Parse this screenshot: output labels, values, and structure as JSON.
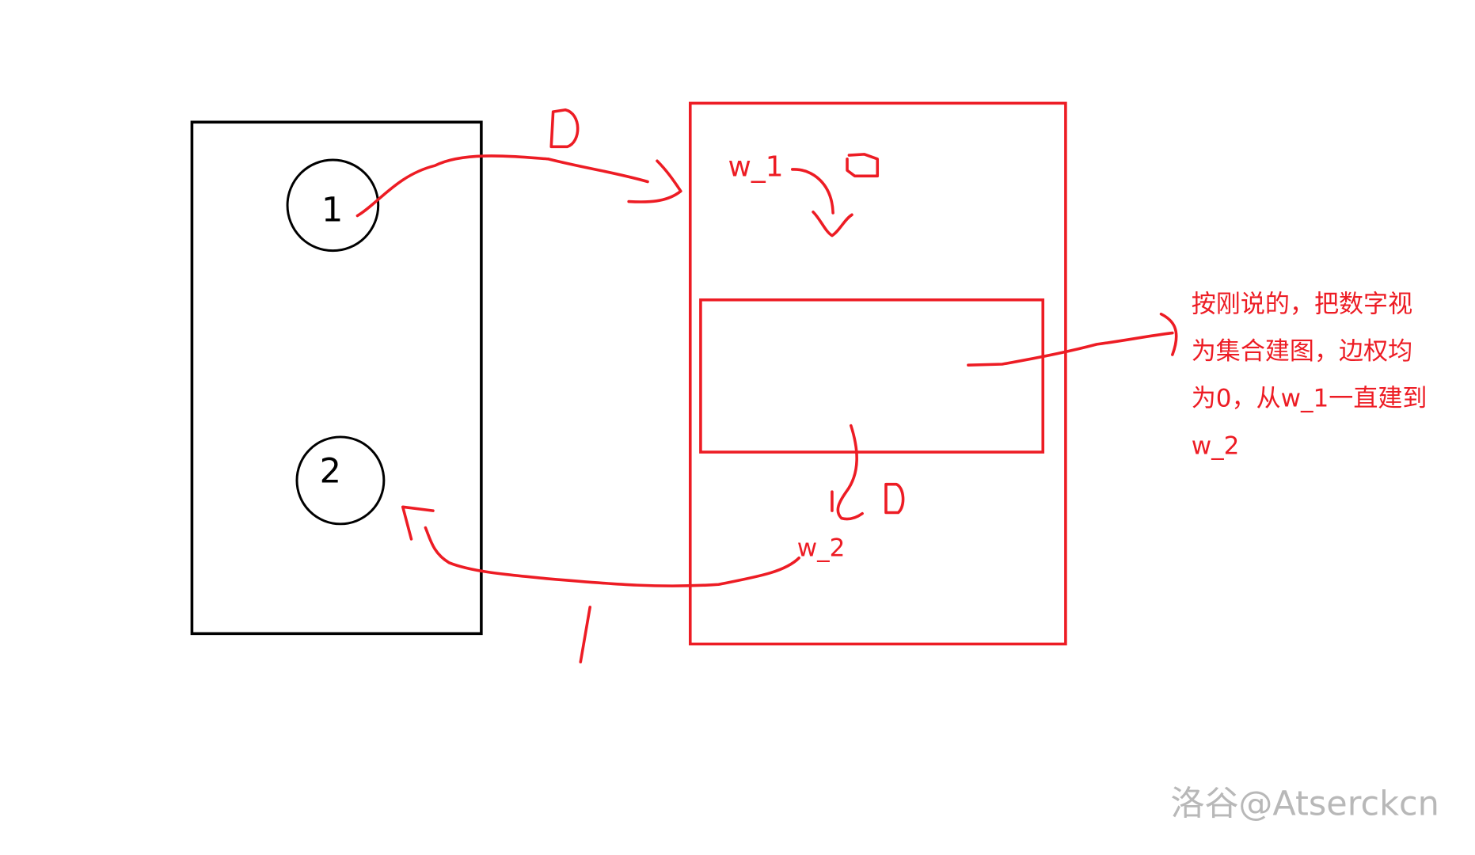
{
  "nodes": [
    {
      "label": "1"
    },
    {
      "label": "2"
    }
  ],
  "annotations": {
    "edge_top": "D",
    "edge_bottom": "D",
    "w1": "w_1",
    "w1_weight": "0",
    "w2": "w_2",
    "edge_back": "1"
  },
  "note_lines": [
    "按刚说的，把数字视",
    "为集合建图，边权均",
    "为0，从w_1一直建到",
    "w_2"
  ],
  "watermark": "洛谷@Atserckcn",
  "colors": {
    "ink": "#000000",
    "red": "#ed1c24",
    "watermark": "#b8b8b8"
  }
}
